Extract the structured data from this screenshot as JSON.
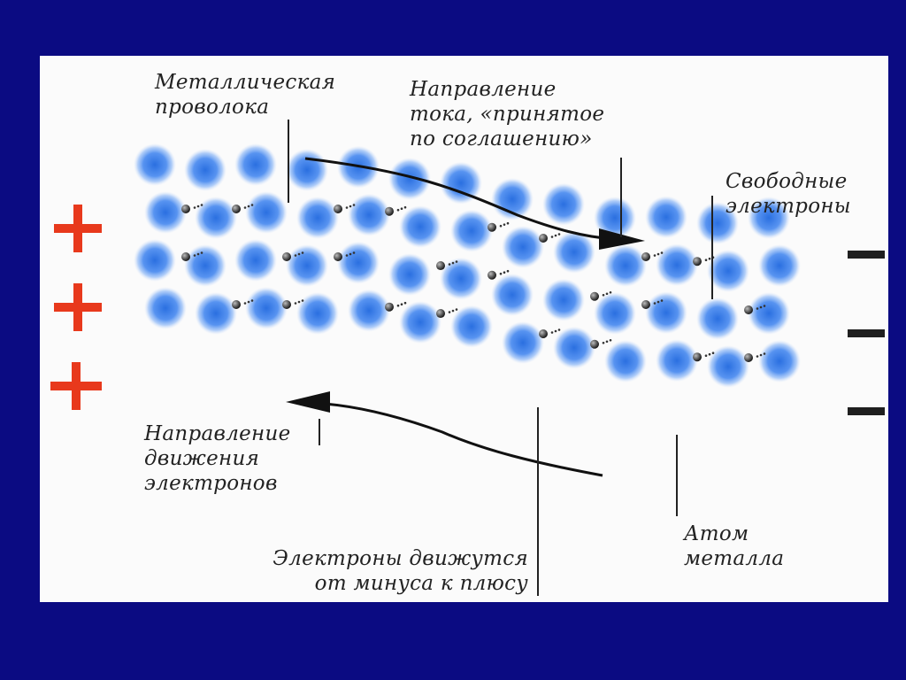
{
  "colors": {
    "background": "#0b0b82",
    "panel": "#fbfbfb",
    "atom": "#3d7fe6",
    "plus": "#e8391c",
    "minus": "#1f1f1f",
    "arrow": "#111111"
  },
  "icons": {
    "plus": "plus-sign-icon",
    "minus": "minus-sign-icon",
    "atom": "metal-atom-icon",
    "electron": "electron-icon"
  },
  "terminals": {
    "left": "+",
    "right": "−"
  },
  "labels": {
    "wire": [
      "Металлическая",
      "проволока"
    ],
    "current_direction": [
      "Направление",
      "тока, «принятое",
      "по соглашению»"
    ],
    "free_electrons": [
      "Свободные",
      "электроны"
    ],
    "electron_direction": [
      "Направление",
      "движения",
      "электронов"
    ],
    "electrons_move": [
      "Электроны движутся",
      "от минуса к плюсу"
    ],
    "metal_atom": [
      "Атом",
      "металла"
    ]
  }
}
